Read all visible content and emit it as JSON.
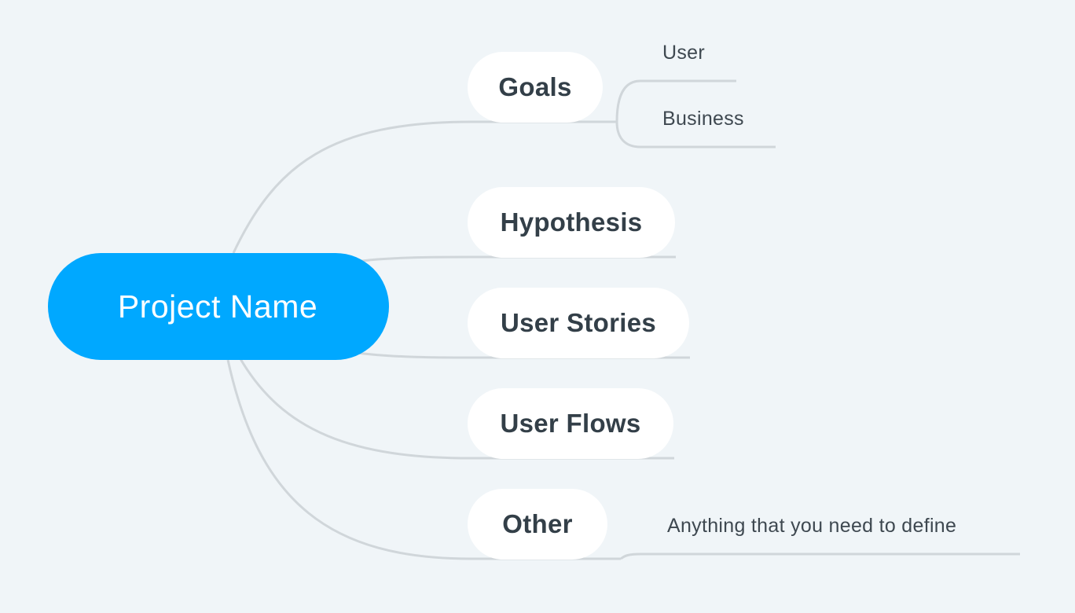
{
  "colors": {
    "background": "#f0f5f8",
    "root_fill": "#00a8ff",
    "topic_fill": "#ffffff",
    "connector": "#d0d6da",
    "topic_text": "#333f48"
  },
  "mindmap": {
    "root": {
      "label": "Project Name"
    },
    "topics": [
      {
        "label": "Goals",
        "subtopics": [
          {
            "label": "User"
          },
          {
            "label": "Business"
          }
        ]
      },
      {
        "label": "Hypothesis",
        "subtopics": []
      },
      {
        "label": "User Stories",
        "subtopics": []
      },
      {
        "label": "User Flows",
        "subtopics": []
      },
      {
        "label": "Other",
        "subtopics": [
          {
            "label": "Anything that you need to define"
          }
        ]
      }
    ]
  }
}
